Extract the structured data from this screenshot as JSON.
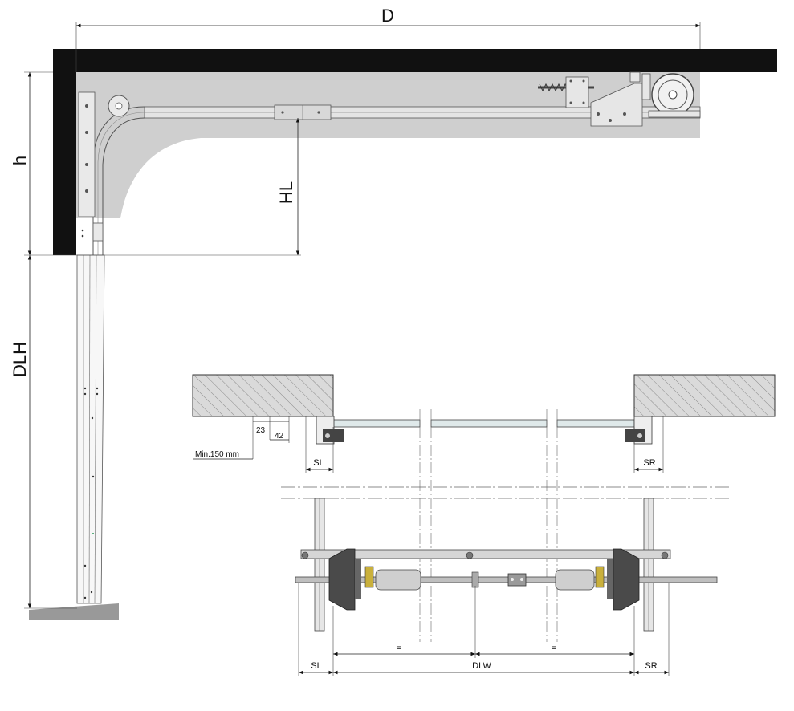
{
  "labels": {
    "D": "D",
    "h": "h",
    "HL": "HL",
    "DLH": "DLH",
    "SL_top": "SL",
    "SR_top": "SR",
    "SL_bottom": "SL",
    "SR_bottom": "SR",
    "DLW": "DLW",
    "eq_left": "=",
    "eq_right": "=",
    "dim_23": "23",
    "dim_42": "42",
    "min_headroom": "Min.150 mm"
  },
  "colors": {
    "wall": "#111111",
    "ceiling_fill": "#cfcfcf",
    "hatch_block": "#d9d9d9",
    "drum": "#555555",
    "spring": "#c9c9c9",
    "floor": "#999999"
  }
}
